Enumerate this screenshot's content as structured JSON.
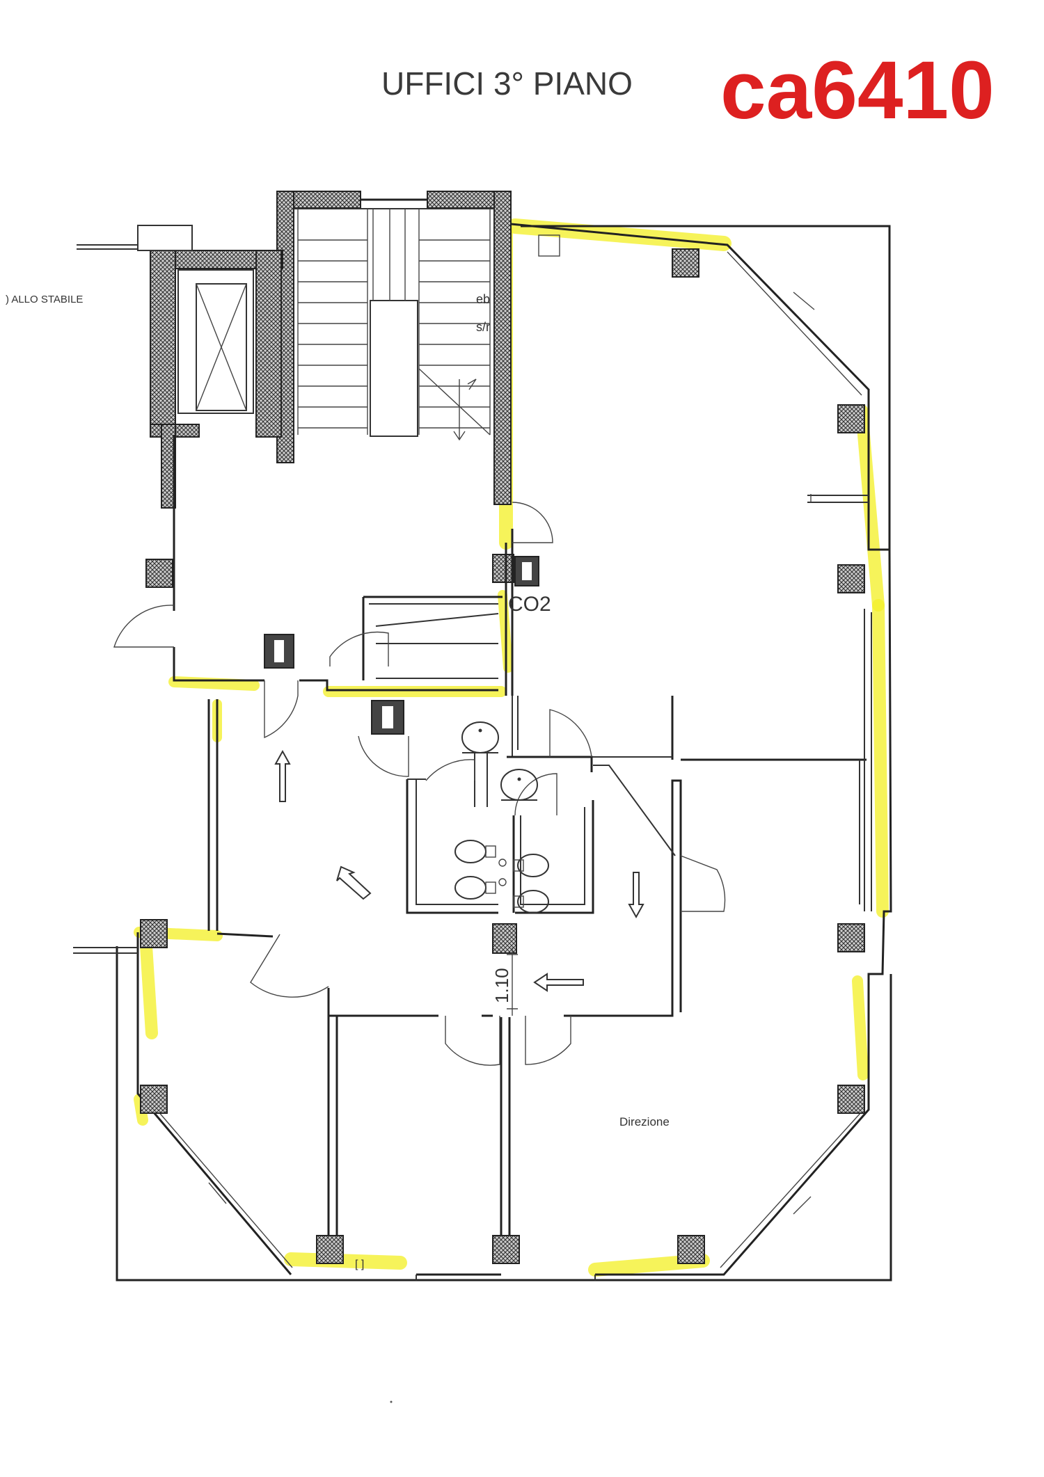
{
  "header": {
    "title": "UFFICI  3° PIANO",
    "code": "ca6410"
  },
  "labels": {
    "access": ") ALLO STABILE",
    "stair_note_1": "eb",
    "stair_note_2": "s/r",
    "co2": "CO2",
    "dimension": "1.10",
    "room_direction": "Direzione",
    "small_mark": "[ ]"
  },
  "colors": {
    "title": "#3a3a3a",
    "code": "#dd2020",
    "highlight": "#f3ef2c",
    "wall": "#222222",
    "pillar_fill": "#9a9a9a"
  },
  "icons": [
    "fire-extinguisher-icon",
    "direction-arrow-icon",
    "sink-icon",
    "toilet-icon",
    "bidet-icon",
    "elevator-icon",
    "stairs-icon",
    "pillar-icon"
  ]
}
